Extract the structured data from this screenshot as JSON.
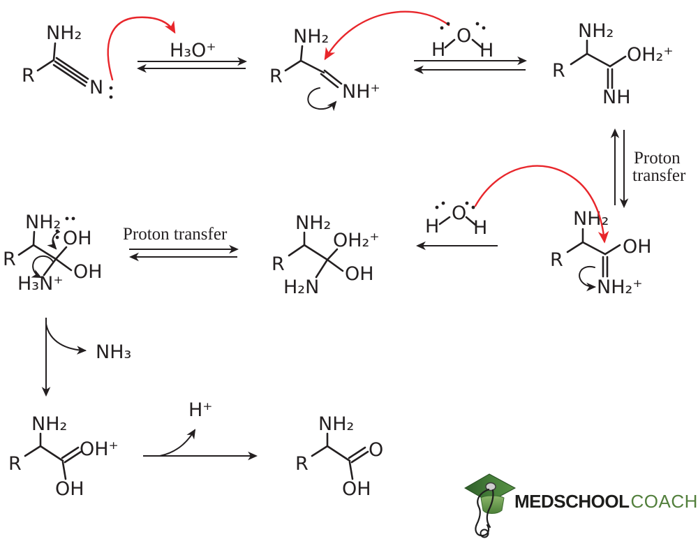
{
  "colors": {
    "ink": "#231f20",
    "arrow_red": "#e8262b",
    "logo_text_dark": "#1d1d1b",
    "logo_text_green": "#527f3c",
    "cap_green_dark": "#2f5e2a",
    "cap_green": "#47803a",
    "cap_green_light": "#8cb76b"
  },
  "labels": {
    "h3o_plus": "H₃O⁺",
    "proton_transfer_vertical_line1": "Proton",
    "proton_transfer_vertical_line2": "transfer",
    "proton_transfer_horizontal": "Proton transfer",
    "nh3_leaving": "NH₃",
    "h_plus_leaving": "H⁺"
  },
  "water_top": {
    "o": "O",
    "h_left": "H",
    "h_right": "H"
  },
  "water_mid": {
    "o": "O",
    "h_left": "H",
    "h_right": "H"
  },
  "structures": {
    "s1_aminonitrile": {
      "nh2": "NH₂",
      "r": "R",
      "n": "N"
    },
    "s2_iminium": {
      "nh2": "NH₂",
      "r": "R",
      "nh_plus": "NH⁺"
    },
    "s3_o_protonated_imidate": {
      "nh2": "NH₂",
      "r": "R",
      "oh2_plus": "OH₂⁺",
      "nh": "NH"
    },
    "s4_n_protonated_amide": {
      "nh2": "NH₂",
      "r": "R",
      "oh": "OH",
      "nh2_plus": "NH₂⁺"
    },
    "s5_tetrahedral_oh2": {
      "nh2": "NH₂",
      "r": "R",
      "oh2_plus": "OH₂⁺",
      "oh": "OH",
      "h2n": "H₂N"
    },
    "s6_tetrahedral_nh3": {
      "nh2": "NH₂",
      "oh_top": "OH",
      "r": "R",
      "oh_bottom": "OH",
      "h3n_plus": "H₃N⁺"
    },
    "s7_protonated_acid": {
      "nh2": "NH₂",
      "r": "R",
      "oh_plus": "OH⁺",
      "oh": "OH"
    },
    "s8_amino_acid": {
      "nh2": "NH₂",
      "r": "R",
      "o": "O",
      "oh": "OH"
    }
  },
  "logo": {
    "wordmark_dark": "MEDSCHOOL",
    "wordmark_green": "COACH"
  }
}
